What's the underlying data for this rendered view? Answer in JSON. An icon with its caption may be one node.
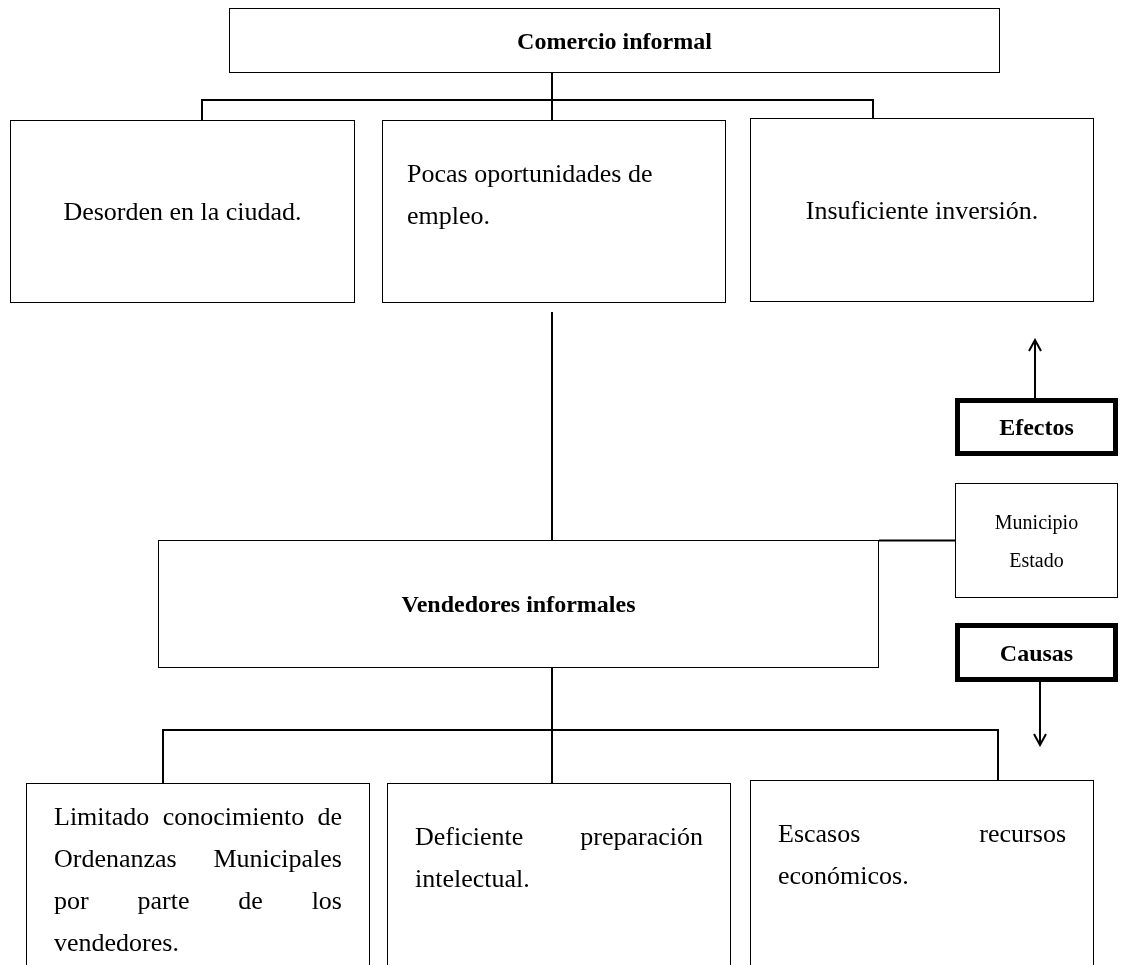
{
  "diagram": {
    "nodes": [
      {
        "text": [
          "Comercio informal"
        ]
      },
      {
        "text": [
          "Desorden en la ciudad."
        ]
      },
      {
        "text": [
          "Pocas oportunidades de empleo."
        ]
      },
      {
        "text": [
          "Insuficiente inversión."
        ]
      },
      {
        "text": [
          "Efectos"
        ]
      },
      {
        "text": [
          "Vendedores informales"
        ]
      },
      {
        "text": [
          "Municipio",
          "Estado"
        ]
      },
      {
        "text": [
          "Causas"
        ]
      },
      {
        "text": [
          "Limitado conocimiento de Ordenanzas Municipales por parte de los vendedores."
        ]
      },
      {
        "text": [
          "Deficiente preparación intelectual."
        ]
      },
      {
        "text": [
          "Escasos recursos económicos."
        ]
      }
    ],
    "edges": [
      {
        "from": 0,
        "to": 1,
        "arrow": "none"
      },
      {
        "from": 0,
        "to": 2,
        "arrow": "none"
      },
      {
        "from": 0,
        "to": 3,
        "arrow": "none"
      },
      {
        "from": 5,
        "to": 2,
        "arrow": "none"
      },
      {
        "from": 5,
        "to": 6,
        "arrow": "none"
      },
      {
        "from": 4,
        "to": null,
        "arrow": "to"
      },
      {
        "from": 7,
        "to": null,
        "arrow": "to"
      },
      {
        "from": 5,
        "to": 8,
        "arrow": "none"
      },
      {
        "from": 5,
        "to": 9,
        "arrow": "none"
      },
      {
        "from": 5,
        "to": 10,
        "arrow": "none"
      }
    ]
  }
}
